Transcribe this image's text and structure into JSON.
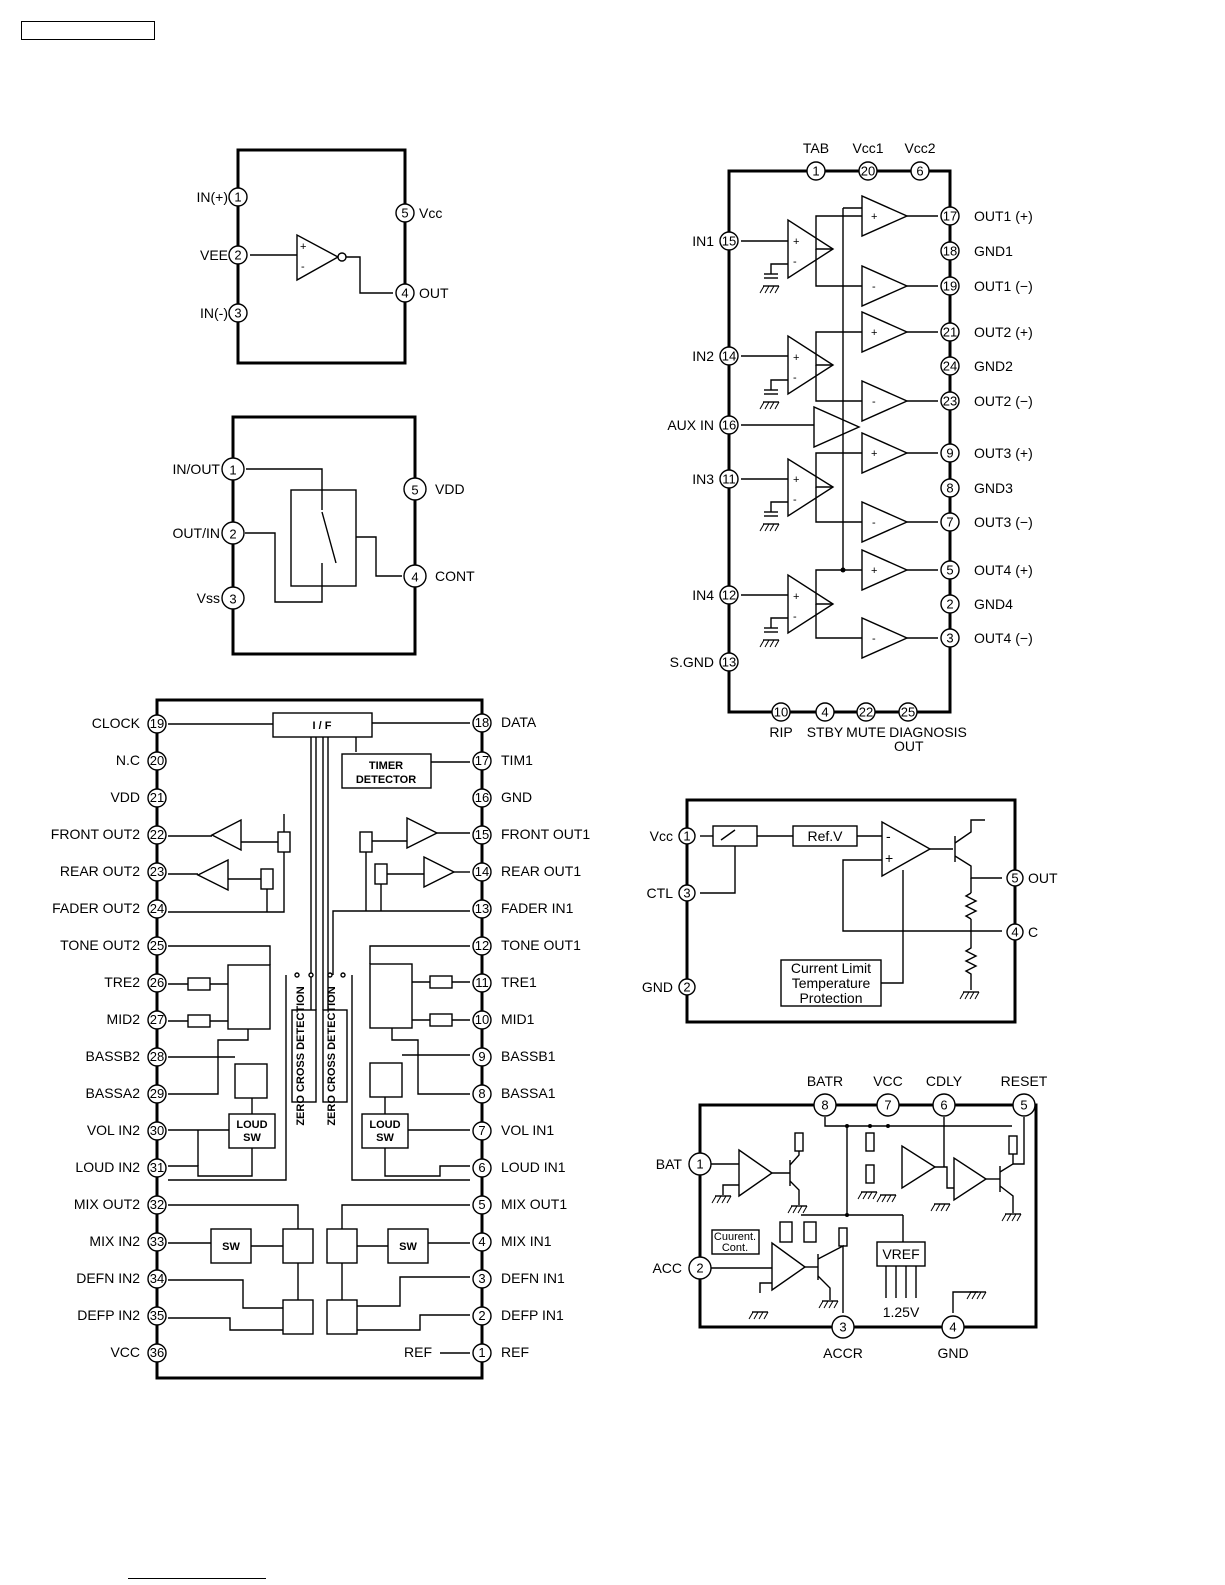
{
  "ic1": {
    "pins": [
      {
        "num": "1",
        "label": "IN(+)"
      },
      {
        "num": "2",
        "label": "VEE"
      },
      {
        "num": "3",
        "label": "IN(-)"
      },
      {
        "num": "5",
        "label": "Vcc"
      },
      {
        "num": "4",
        "label": "OUT"
      }
    ]
  },
  "ic2": {
    "pins": [
      {
        "num": "1",
        "label": "IN/OUT"
      },
      {
        "num": "2",
        "label": "OUT/IN"
      },
      {
        "num": "3",
        "label": "Vss"
      },
      {
        "num": "5",
        "label": "VDD"
      },
      {
        "num": "4",
        "label": "CONT"
      }
    ]
  },
  "ic3": {
    "pins_left": [
      {
        "num": "19",
        "label": "CLOCK"
      },
      {
        "num": "20",
        "label": "N.C"
      },
      {
        "num": "21",
        "label": "VDD"
      },
      {
        "num": "22",
        "label": "FRONT OUT2"
      },
      {
        "num": "23",
        "label": "REAR OUT2"
      },
      {
        "num": "24",
        "label": "FADER OUT2"
      },
      {
        "num": "25",
        "label": "TONE OUT2"
      },
      {
        "num": "26",
        "label": "TRE2"
      },
      {
        "num": "27",
        "label": "MID2"
      },
      {
        "num": "28",
        "label": "BASSB2"
      },
      {
        "num": "29",
        "label": "BASSA2"
      },
      {
        "num": "30",
        "label": "VOL IN2"
      },
      {
        "num": "31",
        "label": "LOUD IN2"
      },
      {
        "num": "32",
        "label": "MIX OUT2"
      },
      {
        "num": "33",
        "label": "MIX IN2"
      },
      {
        "num": "34",
        "label": "DEFN IN2"
      },
      {
        "num": "35",
        "label": "DEFP IN2"
      },
      {
        "num": "36",
        "label": "VCC"
      }
    ],
    "pins_right": [
      {
        "num": "18",
        "label": "DATA"
      },
      {
        "num": "17",
        "label": "TIM1"
      },
      {
        "num": "16",
        "label": "GND"
      },
      {
        "num": "15",
        "label": "FRONT OUT1"
      },
      {
        "num": "14",
        "label": "REAR OUT1"
      },
      {
        "num": "13",
        "label": "FADER IN1"
      },
      {
        "num": "12",
        "label": "TONE OUT1"
      },
      {
        "num": "11",
        "label": "TRE1"
      },
      {
        "num": "10",
        "label": "MID1"
      },
      {
        "num": "9",
        "label": "BASSB1"
      },
      {
        "num": "8",
        "label": "BASSA1"
      },
      {
        "num": "7",
        "label": "VOL IN1"
      },
      {
        "num": "6",
        "label": "LOUD IN1"
      },
      {
        "num": "5",
        "label": "MIX OUT1"
      },
      {
        "num": "4",
        "label": "MIX IN1"
      },
      {
        "num": "3",
        "label": "DEFN IN1"
      },
      {
        "num": "2",
        "label": "DEFP  IN1"
      },
      {
        "num": "1",
        "label": "REF"
      }
    ],
    "blocks": {
      "interface": "I / F",
      "timer_line1": "TIMER",
      "timer_line2": "DETECTOR",
      "zero_cross": "ZERO CROSS DETECTION",
      "loud_line1": "LOUD",
      "loud_line2": "SW",
      "sw": "SW",
      "ref_internal": "REF"
    }
  },
  "ic4": {
    "pins_top": [
      {
        "num": "1",
        "label": "TAB"
      },
      {
        "num": "20",
        "label": "Vcc1"
      },
      {
        "num": "6",
        "label": "Vcc2"
      }
    ],
    "pins_left": [
      {
        "num": "15",
        "label": "IN1"
      },
      {
        "num": "14",
        "label": "IN2"
      },
      {
        "num": "16",
        "label": "AUX IN"
      },
      {
        "num": "11",
        "label": "IN3"
      },
      {
        "num": "12",
        "label": "IN4"
      },
      {
        "num": "13",
        "label": "S.GND"
      }
    ],
    "pins_right": [
      {
        "num": "17",
        "label": "OUT1 (+)"
      },
      {
        "num": "18",
        "label": "GND1"
      },
      {
        "num": "19",
        "label": "OUT1 (−)"
      },
      {
        "num": "21",
        "label": "OUT2 (+)"
      },
      {
        "num": "24",
        "label": "GND2"
      },
      {
        "num": "23",
        "label": "OUT2 (−)"
      },
      {
        "num": "9",
        "label": "OUT3 (+)"
      },
      {
        "num": "8",
        "label": "GND3"
      },
      {
        "num": "7",
        "label": "OUT3 (−)"
      },
      {
        "num": "5",
        "label": "OUT4 (+)"
      },
      {
        "num": "2",
        "label": "GND4"
      },
      {
        "num": "3",
        "label": "OUT4 (−)"
      }
    ],
    "pins_bottom": [
      {
        "num": "10",
        "label": "RIP"
      },
      {
        "num": "4",
        "label": "STBY"
      },
      {
        "num": "22",
        "label": "MUTE"
      },
      {
        "num": "25",
        "label": "DIAGNOSIS",
        "label2": "OUT"
      }
    ]
  },
  "ic5": {
    "pins": [
      {
        "num": "1",
        "label": "Vcc"
      },
      {
        "num": "3",
        "label": "CTL"
      },
      {
        "num": "2",
        "label": "GND"
      },
      {
        "num": "5",
        "label": "OUT"
      },
      {
        "num": "4",
        "label": "C"
      }
    ],
    "blocks": {
      "ref": "Ref.V",
      "protect1": "Current Limit",
      "protect2": "Temperature",
      "protect3": "Protection"
    }
  },
  "ic6": {
    "pins_top": [
      {
        "num": "8",
        "label": "BATR"
      },
      {
        "num": "7",
        "label": "VCC"
      },
      {
        "num": "6",
        "label": "CDLY"
      },
      {
        "num": "5",
        "label": "RESET"
      }
    ],
    "pins_left": [
      {
        "num": "1",
        "label": "BAT"
      },
      {
        "num": "2",
        "label": "ACC"
      }
    ],
    "pins_bottom": [
      {
        "num": "3",
        "label": "ACCR"
      },
      {
        "num": "4",
        "label": "GND"
      }
    ],
    "blocks": {
      "current1": "Cuurent.",
      "current2": "Cont.",
      "vref": "VREF",
      "vref_value": "1.25V"
    }
  }
}
